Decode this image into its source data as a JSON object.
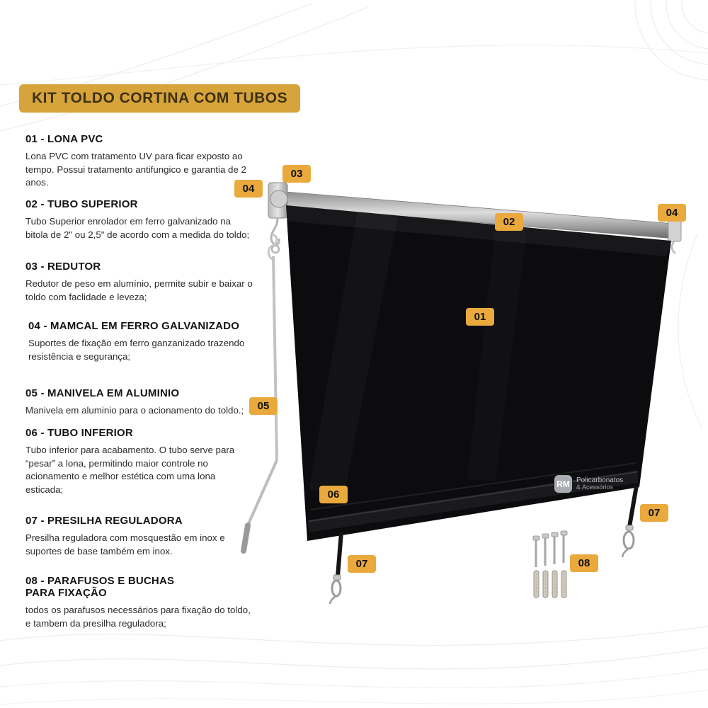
{
  "title": {
    "text": "KIT TOLDO CORTINA COM TUBOS"
  },
  "sections": [
    {
      "heading": "01 - LONA PVC",
      "body": "Lona PVC com tratamento UV para ficar exposto ao tempo. Possui tratamento antifungico e garantia de 2 anos."
    },
    {
      "heading": "02 - TUBO SUPERIOR",
      "body": "Tubo Superior enrolador em ferro galvanizado na bitola de 2\" ou 2,5\" de acordo com a medida do toldo;"
    },
    {
      "heading": "03 - REDUTOR",
      "body": "Redutor de peso em alumínio, permite subir e baixar o toldo com faclidade e leveza;"
    },
    {
      "heading": "04 - MAMCAL  EM FERRO GALVANIZADO",
      "body": "Suportes de fixação em ferro ganzanizado trazendo resistência e segurança;"
    },
    {
      "heading": "05 - MANIVELA EM ALUMINIO",
      "body": "Manivela em aluminio para o acionamento do toldo.;"
    },
    {
      "heading": "06 - TUBO INFERIOR",
      "body": "Tubo inferior para acabamento. O tubo serve para “pesar” a lona, permitindo maior controle no acionamento e melhor estética com uma lona esticada;"
    },
    {
      "heading": "07 - PRESILHA REGULADORA",
      "body": "Presilha reguladora com mosquestão em inox e suportes de base também em inox."
    },
    {
      "heading": "08 - PARAFUSOS E BUCHAS PARA FIXAÇÃO",
      "body": "todos os parafusos necessários para fixação do toldo, e tambem da presilha reguladora;"
    }
  ],
  "badges": [
    {
      "label": "03"
    },
    {
      "label": "04"
    },
    {
      "label": "02"
    },
    {
      "label": "04"
    },
    {
      "label": "01"
    },
    {
      "label": "05"
    },
    {
      "label": "06"
    },
    {
      "label": "07"
    },
    {
      "label": "07"
    },
    {
      "label": "08"
    }
  ],
  "logo": {
    "initials": "RM",
    "line1": "Policarbonatos",
    "line2": "& Acessórios"
  },
  "colors": {
    "banner_bg": "#D7A43C",
    "badge_bg": "#E9A93D",
    "canvas_black": "#0C0C0E",
    "text": "#1F1F1F",
    "decor_line": "#ECECEC"
  }
}
